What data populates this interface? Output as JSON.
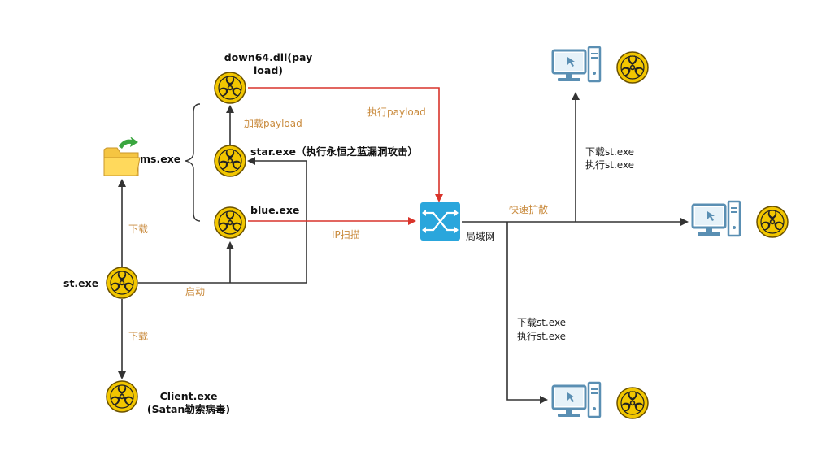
{
  "nodes": {
    "st": "st.exe",
    "ms": "ms.exe",
    "down64_line1": "down64.dll(pay",
    "down64_line2": "load)",
    "star": "star.exe（执行永恒之蓝漏洞攻击）",
    "blue": "blue.exe",
    "client_line1": "Client.exe",
    "client_line2": "(Satan勒索病毒)",
    "lan": "局域网"
  },
  "edges": {
    "download_ms": "下载",
    "download_client": "下载",
    "launch": "启动",
    "load_payload": "加载payload",
    "exec_payload": "执行payload",
    "ip_scan": "IP扫描",
    "fast_spread": "快速扩散",
    "top_line1": "下载st.exe",
    "top_line2": "执行st.exe",
    "bottom_line1": "下载st.exe",
    "bottom_line2": "执行st.exe"
  },
  "colors": {
    "biohazard_fill": "#f2c600",
    "biohazard_ink": "#222222",
    "edge_black": "#333333",
    "edge_red": "#d9342b",
    "switch": "#2aa6dc",
    "computer": "#5a8fb3",
    "label_orange": "#c98a3c"
  }
}
